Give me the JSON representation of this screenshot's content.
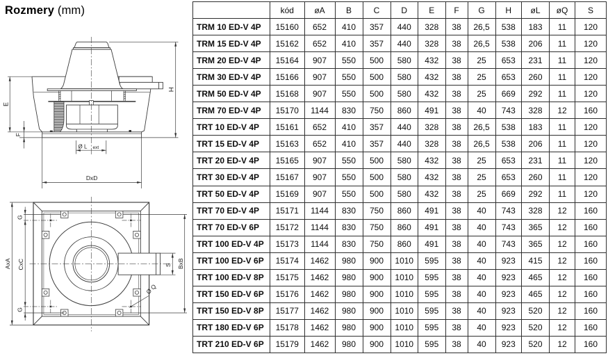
{
  "title": {
    "main": "Rozmery",
    "unit": "(mm)"
  },
  "drawings": {
    "side_view_labels": {
      "E": "E",
      "F": "F",
      "H": "H",
      "L_prefix": "Ø L",
      "L_sub": "ext",
      "DxD": "DxD"
    },
    "plan_view_labels": {
      "AxA": "AxA",
      "CxC": "CxC",
      "G_top": "G",
      "G_bottom": "G",
      "BxB": "BxB",
      "S": "S",
      "Q": "Ø Q"
    }
  },
  "table": {
    "headers": [
      "",
      "kód",
      "øA",
      "B",
      "C",
      "D",
      "E",
      "F",
      "G",
      "H",
      "øL",
      "øQ",
      "S"
    ],
    "rows": [
      [
        "TRM 10 ED-V 4P",
        "15160",
        "652",
        "410",
        "357",
        "440",
        "328",
        "38",
        "26,5",
        "538",
        "183",
        "11",
        "120"
      ],
      [
        "TRM 15 ED-V 4P",
        "15162",
        "652",
        "410",
        "357",
        "440",
        "328",
        "38",
        "26,5",
        "538",
        "206",
        "11",
        "120"
      ],
      [
        "TRM 20 ED-V 4P",
        "15164",
        "907",
        "550",
        "500",
        "580",
        "432",
        "38",
        "25",
        "653",
        "231",
        "11",
        "120"
      ],
      [
        "TRM 30 ED-V 4P",
        "15166",
        "907",
        "550",
        "500",
        "580",
        "432",
        "38",
        "25",
        "653",
        "260",
        "11",
        "120"
      ],
      [
        "TRM 50 ED-V 4P",
        "15168",
        "907",
        "550",
        "500",
        "580",
        "432",
        "38",
        "25",
        "669",
        "292",
        "11",
        "120"
      ],
      [
        "TRM 70 ED-V 4P",
        "15170",
        "1144",
        "830",
        "750",
        "860",
        "491",
        "38",
        "40",
        "743",
        "328",
        "12",
        "160"
      ],
      [
        "TRT 10 ED-V 4P",
        "15161",
        "652",
        "410",
        "357",
        "440",
        "328",
        "38",
        "26,5",
        "538",
        "183",
        "11",
        "120"
      ],
      [
        "TRT 15 ED-V 4P",
        "15163",
        "652",
        "410",
        "357",
        "440",
        "328",
        "38",
        "26,5",
        "538",
        "206",
        "11",
        "120"
      ],
      [
        "TRT 20 ED-V 4P",
        "15165",
        "907",
        "550",
        "500",
        "580",
        "432",
        "38",
        "25",
        "653",
        "231",
        "11",
        "120"
      ],
      [
        "TRT 30 ED-V 4P",
        "15167",
        "907",
        "550",
        "500",
        "580",
        "432",
        "38",
        "25",
        "653",
        "260",
        "11",
        "120"
      ],
      [
        "TRT 50 ED-V 4P",
        "15169",
        "907",
        "550",
        "500",
        "580",
        "432",
        "38",
        "25",
        "669",
        "292",
        "11",
        "120"
      ],
      [
        "TRT 70 ED-V 4P",
        "15171",
        "1144",
        "830",
        "750",
        "860",
        "491",
        "38",
        "40",
        "743",
        "328",
        "12",
        "160"
      ],
      [
        "TRT 70 ED-V 6P",
        "15172",
        "1144",
        "830",
        "750",
        "860",
        "491",
        "38",
        "40",
        "743",
        "365",
        "12",
        "160"
      ],
      [
        "TRT 100 ED-V 4P",
        "15173",
        "1144",
        "830",
        "750",
        "860",
        "491",
        "38",
        "40",
        "743",
        "365",
        "12",
        "160"
      ],
      [
        "TRT 100 ED-V 6P",
        "15174",
        "1462",
        "980",
        "900",
        "1010",
        "595",
        "38",
        "40",
        "923",
        "415",
        "12",
        "160"
      ],
      [
        "TRT 100 ED-V 8P",
        "15175",
        "1462",
        "980",
        "900",
        "1010",
        "595",
        "38",
        "40",
        "923",
        "465",
        "12",
        "160"
      ],
      [
        "TRT 150 ED-V 6P",
        "15176",
        "1462",
        "980",
        "900",
        "1010",
        "595",
        "38",
        "40",
        "923",
        "465",
        "12",
        "160"
      ],
      [
        "TRT 150 ED-V 8P",
        "15177",
        "1462",
        "980",
        "900",
        "1010",
        "595",
        "38",
        "40",
        "923",
        "520",
        "12",
        "160"
      ],
      [
        "TRT 180 ED-V 6P",
        "15178",
        "1462",
        "980",
        "900",
        "1010",
        "595",
        "38",
        "40",
        "923",
        "520",
        "12",
        "160"
      ],
      [
        "TRT 210 ED-V 6P",
        "15179",
        "1462",
        "980",
        "900",
        "1010",
        "595",
        "38",
        "40",
        "923",
        "520",
        "12",
        "160"
      ]
    ]
  }
}
